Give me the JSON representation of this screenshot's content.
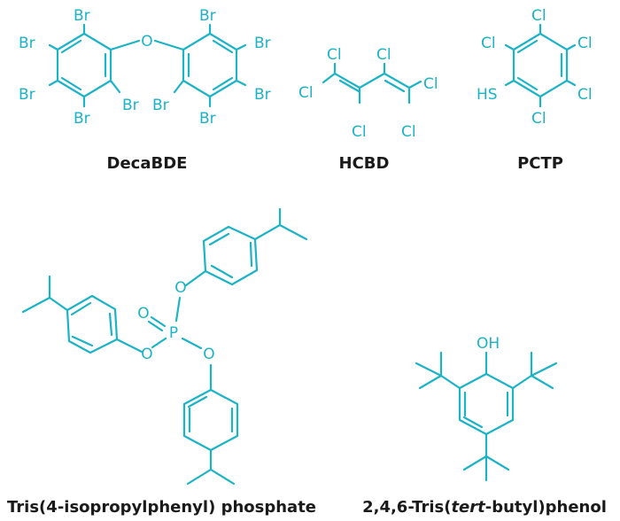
{
  "colors": {
    "structure": "#1bb3c6",
    "caption": "#1a1a1a",
    "background": "#ffffff"
  },
  "molecules": {
    "decabde": {
      "caption": "DecaBDE",
      "atoms": {
        "bridge_o": "O",
        "halogen": "Br"
      }
    },
    "hcbd": {
      "caption": "HCBD",
      "atoms": {
        "halogen": "Cl"
      }
    },
    "pctp": {
      "caption": "PCTP",
      "atoms": {
        "halogen": "Cl",
        "thiol": "HS"
      }
    },
    "tipp": {
      "caption": "Tris(4-isopropylphenyl) phosphate",
      "atoms": {
        "phosphorus": "P",
        "oxygen": "O"
      }
    },
    "ttbp": {
      "caption_parts": {
        "before": "2,4,6-Tris(",
        "italic": "tert",
        "after": "-butyl)phenol"
      },
      "atoms": {
        "hydroxyl": "OH"
      }
    }
  }
}
